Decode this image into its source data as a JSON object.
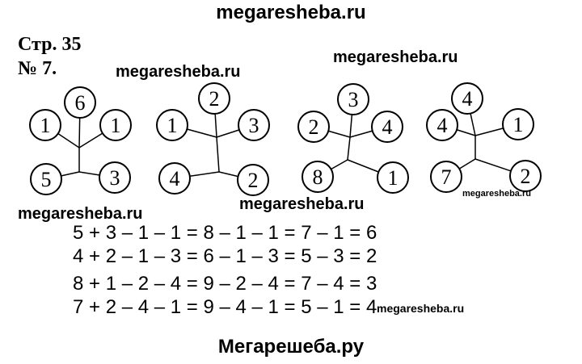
{
  "header": {
    "site": "megaresheba.ru"
  },
  "page_label": "Стр. 35",
  "task_label": "№ 7.",
  "watermarks": [
    "megaresheba.ru",
    "megaresheba.ru",
    "megaresheba.ru",
    "megaresheba.ru",
    "megaresheba.ru",
    "megaresheba.ru"
  ],
  "trees": [
    {
      "top": "6",
      "left": "1",
      "right": "1",
      "bottom_left": "5",
      "bottom_right": "3"
    },
    {
      "top": "2",
      "left": "1",
      "right": "3",
      "bottom_left": "4",
      "bottom_right": "2"
    },
    {
      "top": "3",
      "left": "2",
      "right": "4",
      "bottom_left": "8",
      "bottom_right": "1"
    },
    {
      "top": "4",
      "left": "4",
      "right": "1",
      "bottom_left": "7",
      "bottom_right": "2"
    }
  ],
  "equations": [
    "5 + 3 – 1 – 1 = 8 – 1 – 1 = 7 – 1 = 6",
    "4 + 2 – 1 – 3 = 6 – 1 – 3 = 5 – 3 = 2",
    "8 + 1 – 2 – 4 = 9 – 2 – 4 = 7 – 4 = 3",
    "7 + 2 – 4 – 1 = 9 – 4 – 1 = 5 – 1 = 4"
  ],
  "footer": {
    "site": "Мегарешеба.ру"
  }
}
